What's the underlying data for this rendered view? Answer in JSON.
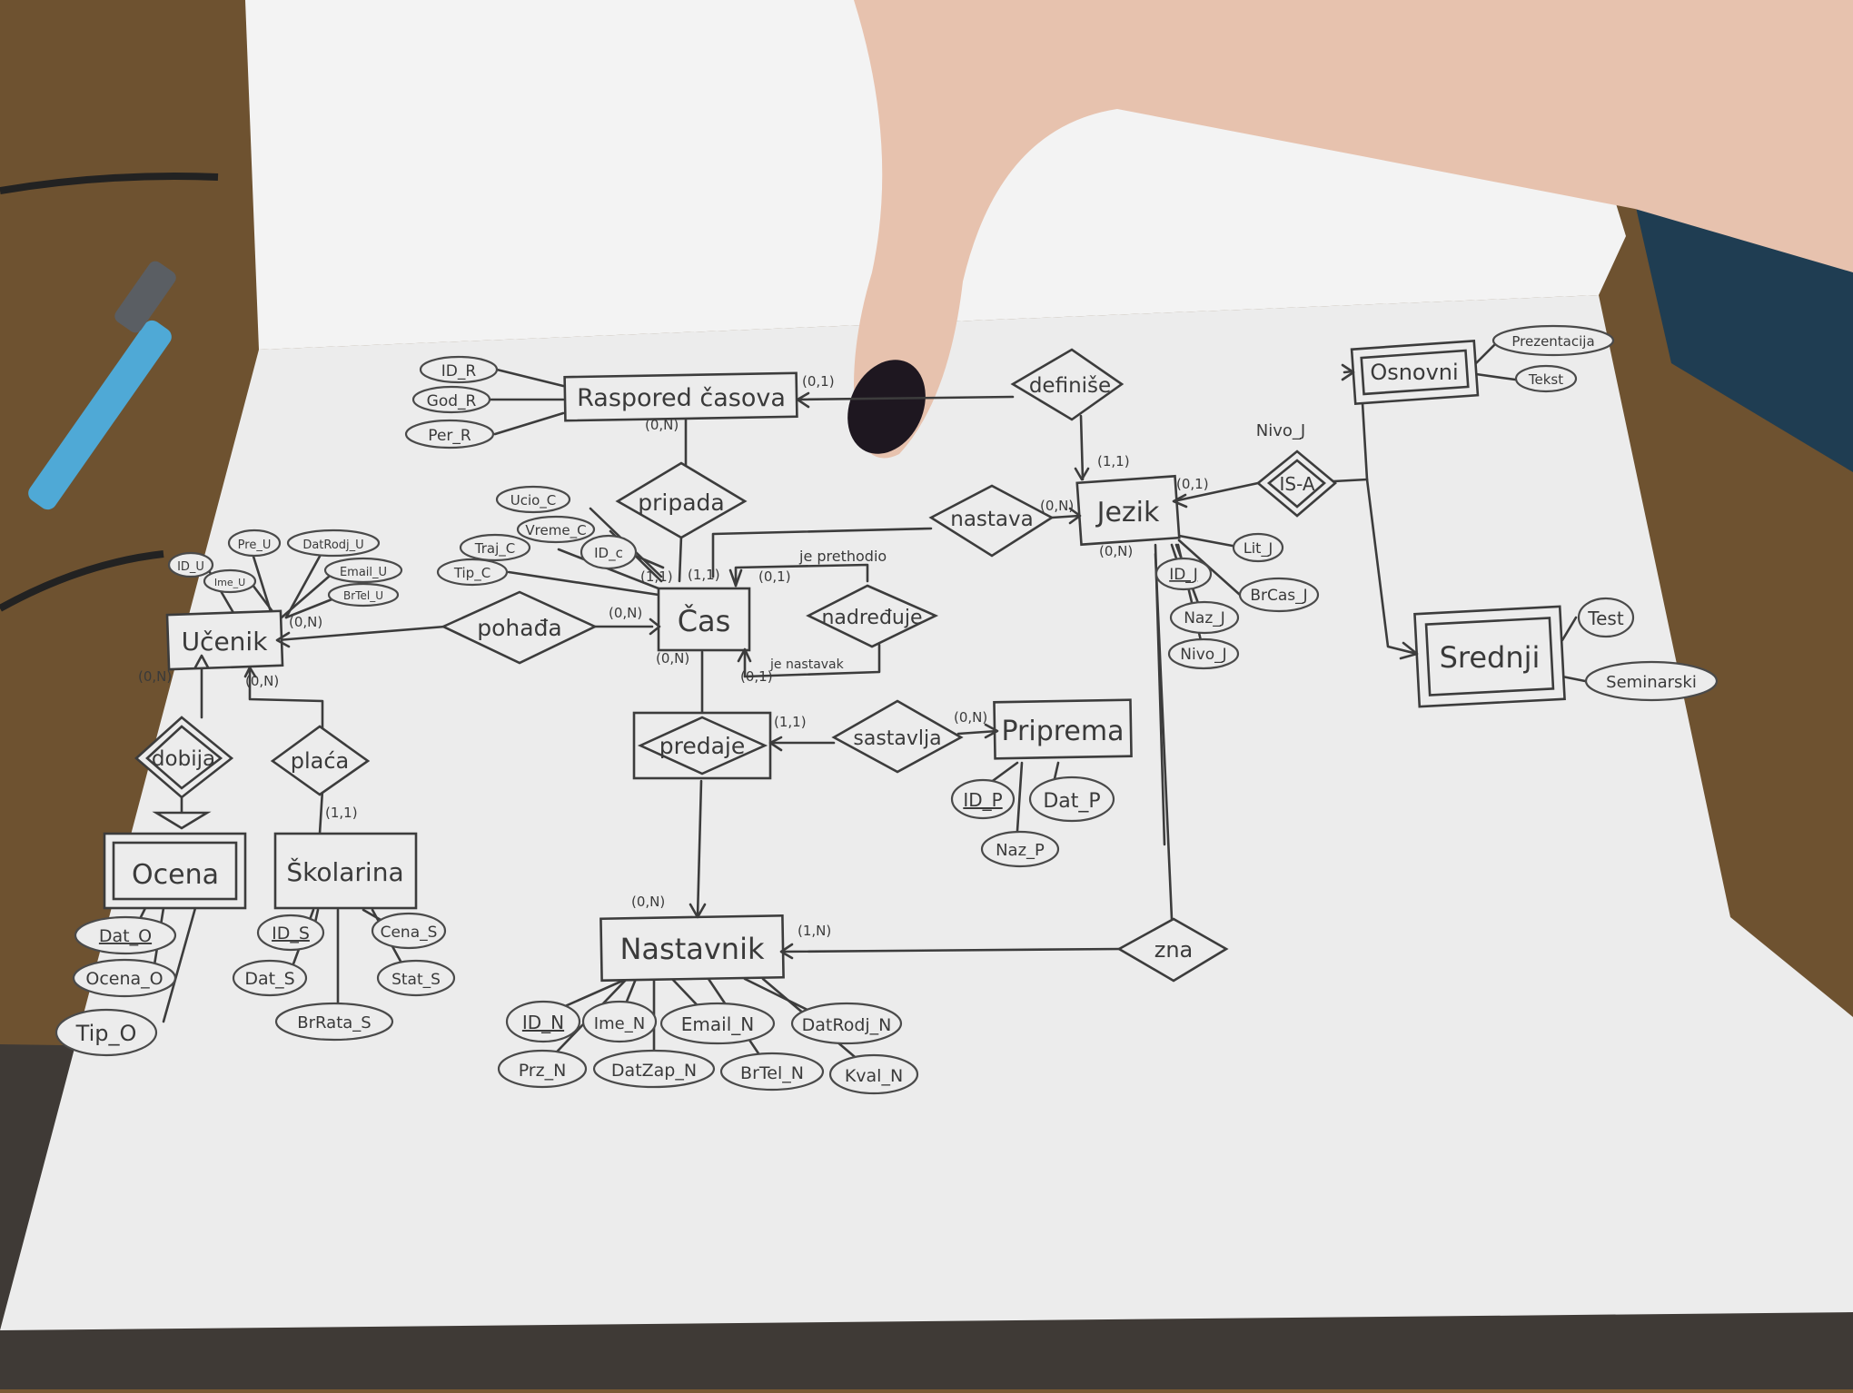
{
  "entities": {
    "raspored": "Raspored časova",
    "cas": "Čas",
    "ucenik": "Učenik",
    "ocena": "Ocena",
    "skolarina": "Školarina",
    "nastavnik": "Nastavnik",
    "priprema": "Priprema",
    "jezik": "Jezik",
    "osnovni": "Osnovni",
    "srednji": "Srednji"
  },
  "relationships": {
    "definise": "definiše",
    "pripada": "pripada",
    "nastava": "nastava",
    "nadredjuje": "nadređuje",
    "pohadja": "pohađa",
    "dobija": "dobija",
    "placa": "plaća",
    "predaje": "predaje",
    "sastavlja": "sastavlja",
    "zna": "zna",
    "isa": "IS-A"
  },
  "attributes": {
    "raspored": [
      "ID_R",
      "God_R",
      "Per_R"
    ],
    "cas": [
      "Ucio_C",
      "Vreme_C",
      "Traj_C",
      "Tip_C",
      "ID_c"
    ],
    "ucenik": [
      "ID_U",
      "Pre_U",
      "Ime_U",
      "DatRodj_U",
      "Email_U",
      "BrTel_U"
    ],
    "ocena": [
      "Dat_O",
      "Ocena_O",
      "Tip_O"
    ],
    "skolarina": [
      "ID_S",
      "Cena_S",
      "Dat_S",
      "Stat_S",
      "BrRata_S"
    ],
    "nastavnik": [
      "ID_N",
      "Ime_N",
      "Email_N",
      "DatRodj_N",
      "Prz_N",
      "DatZap_N",
      "BrTel_N",
      "Kval_N"
    ],
    "priprema": [
      "ID_P",
      "Dat_P",
      "Naz_P"
    ],
    "jezik": [
      "ID_J",
      "Naz_J",
      "Nivo_J",
      "Lit_J",
      "BrCas_J"
    ],
    "osnovni": [
      "Prezentacija",
      "Tekst"
    ],
    "srednji": [
      "Test",
      "Seminarski"
    ]
  },
  "isa_label": "Nivo_J",
  "notes": {
    "je_prethodio": "je prethodio",
    "je_nastavak": "je nastavak"
  },
  "cardinalities": {
    "raspored_definise": "(0,1)",
    "raspored_pripada": "(0,N)",
    "definise_jezik": "(1,1)",
    "nastava_jezik": "(0,N)",
    "jezik_isa": "(0,1)",
    "jezik_zna": "(0,N)",
    "cas_pripada": "(1,1)",
    "cas_nastava": "(1,1)",
    "cas_prethodio": "(0,1)",
    "cas_pohadja": "(0,N)",
    "cas_predaje": "(0,N)",
    "cas_nastavak": "(0,1)",
    "ucenik_pohadja": "(0,N)",
    "ucenik_dobija": "(0,N)",
    "ucenik_placa": "(0,N)",
    "skolarina_placa": "(1,1)",
    "predaje_sastavlja": "(1,1)",
    "priprema_sastavlja": "(0,N)",
    "nastavnik_predaje": "(0,N)",
    "nastavnik_zna": "(1,N)"
  }
}
